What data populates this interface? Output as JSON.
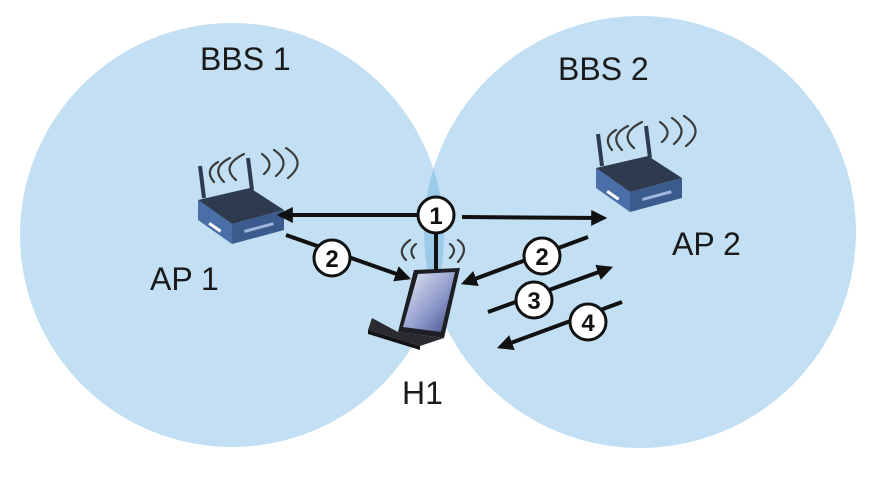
{
  "colors": {
    "bss_fill": "#c2dff3",
    "overlap_fill": "#9ccbea",
    "router_body": "#4a6ea8",
    "router_dark": "#2e3a4e",
    "arrow": "#111111"
  },
  "bss": [
    {
      "id": "bss1",
      "label": "BBS 1"
    },
    {
      "id": "bss2",
      "label": "BBS 2"
    }
  ],
  "access_points": [
    {
      "id": "ap1",
      "label": "AP 1",
      "icon": "wireless-router-icon"
    },
    {
      "id": "ap2",
      "label": "AP 2",
      "icon": "wireless-router-icon"
    }
  ],
  "host": {
    "id": "h1",
    "label": "H1",
    "icon": "laptop-icon"
  },
  "steps": [
    {
      "id": "step-1",
      "label": "1"
    },
    {
      "id": "step-2a",
      "label": "2"
    },
    {
      "id": "step-2b",
      "label": "2"
    },
    {
      "id": "step-3",
      "label": "3"
    },
    {
      "id": "step-4",
      "label": "4"
    }
  ]
}
